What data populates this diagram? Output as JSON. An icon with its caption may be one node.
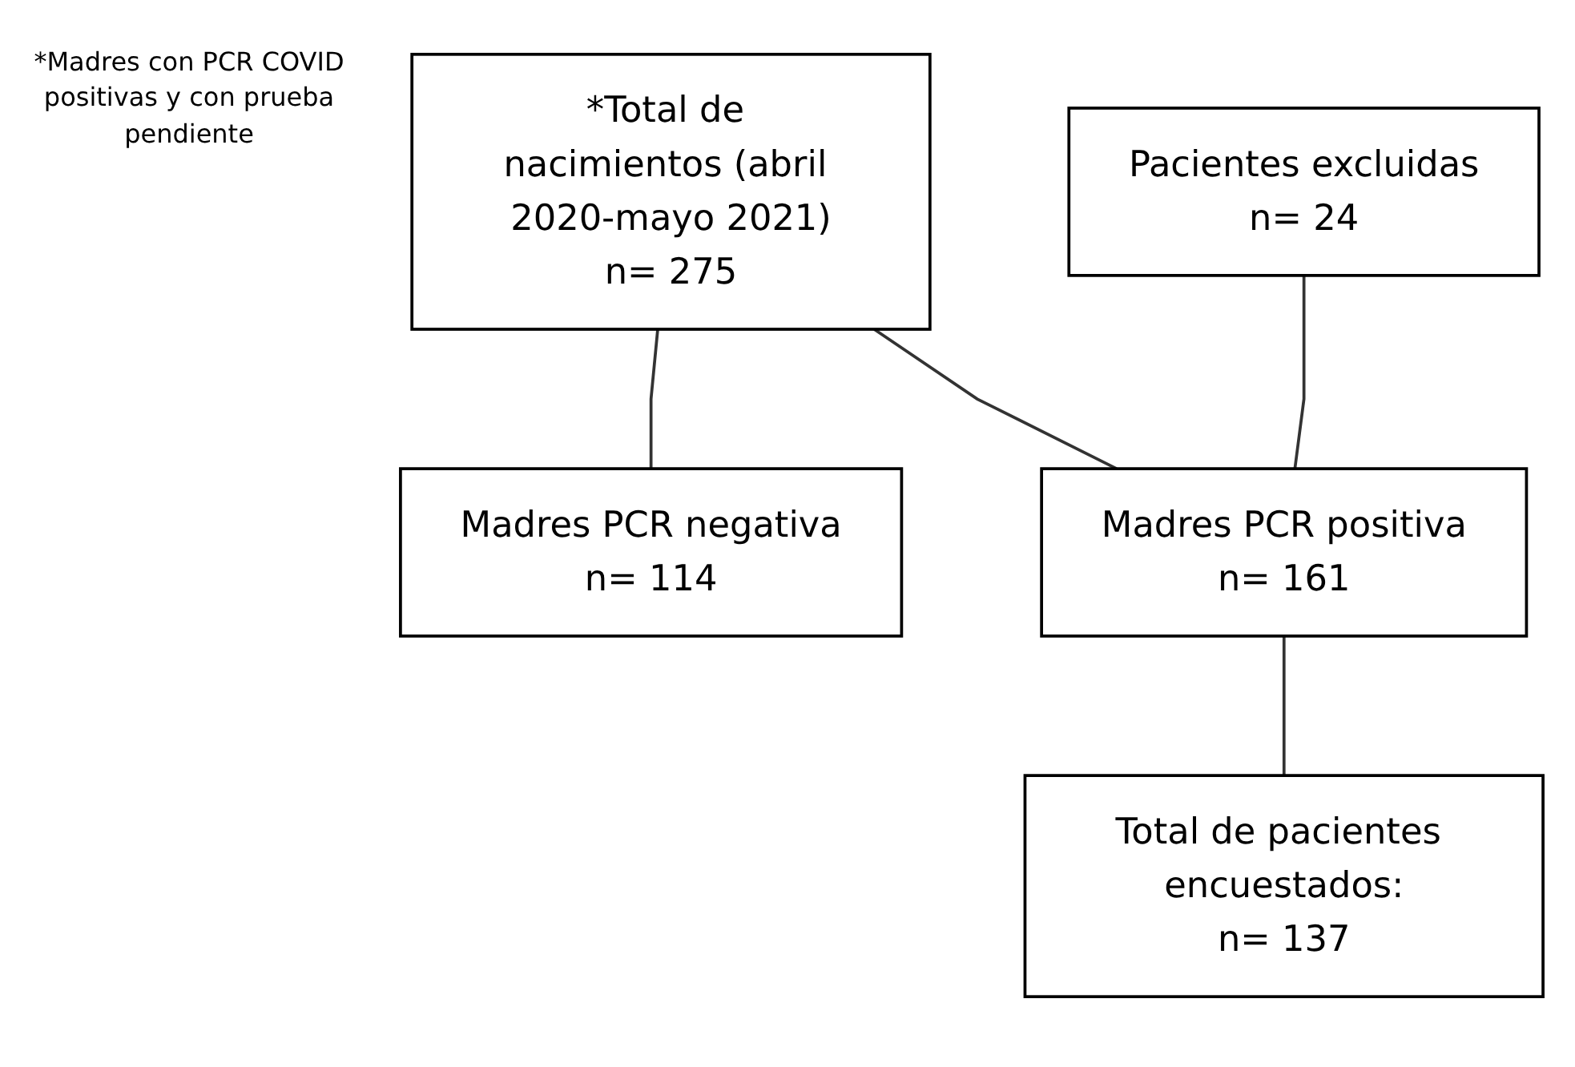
{
  "diagram": {
    "nodes": [
      {
        "text": [
          "*Total de nacimientos (abril 2020-mayo 2021)",
          "n= 275"
        ]
      },
      {
        "text": [
          "Madres PCR negativa",
          "n= 114"
        ]
      },
      {
        "text": [
          "Pacientes excluidas",
          "n= 24"
        ]
      },
      {
        "text": [
          "Madres PCR positiva",
          "n= 161"
        ]
      },
      {
        "text": [
          "Total de pacientes encuestados:",
          "n= 137"
        ]
      }
    ],
    "edges": [
      {
        "from": 0,
        "to": 3,
        "arrow": "none"
      },
      {
        "from": 0,
        "to": 1,
        "arrow": "none"
      },
      {
        "from": 2,
        "to": 3,
        "arrow": "none"
      },
      {
        "from": 3,
        "to": 4,
        "arrow": "none"
      }
    ],
    "labels": [
      "*Madres con PCR COVID positivas y con prueba pendiente"
    ]
  }
}
